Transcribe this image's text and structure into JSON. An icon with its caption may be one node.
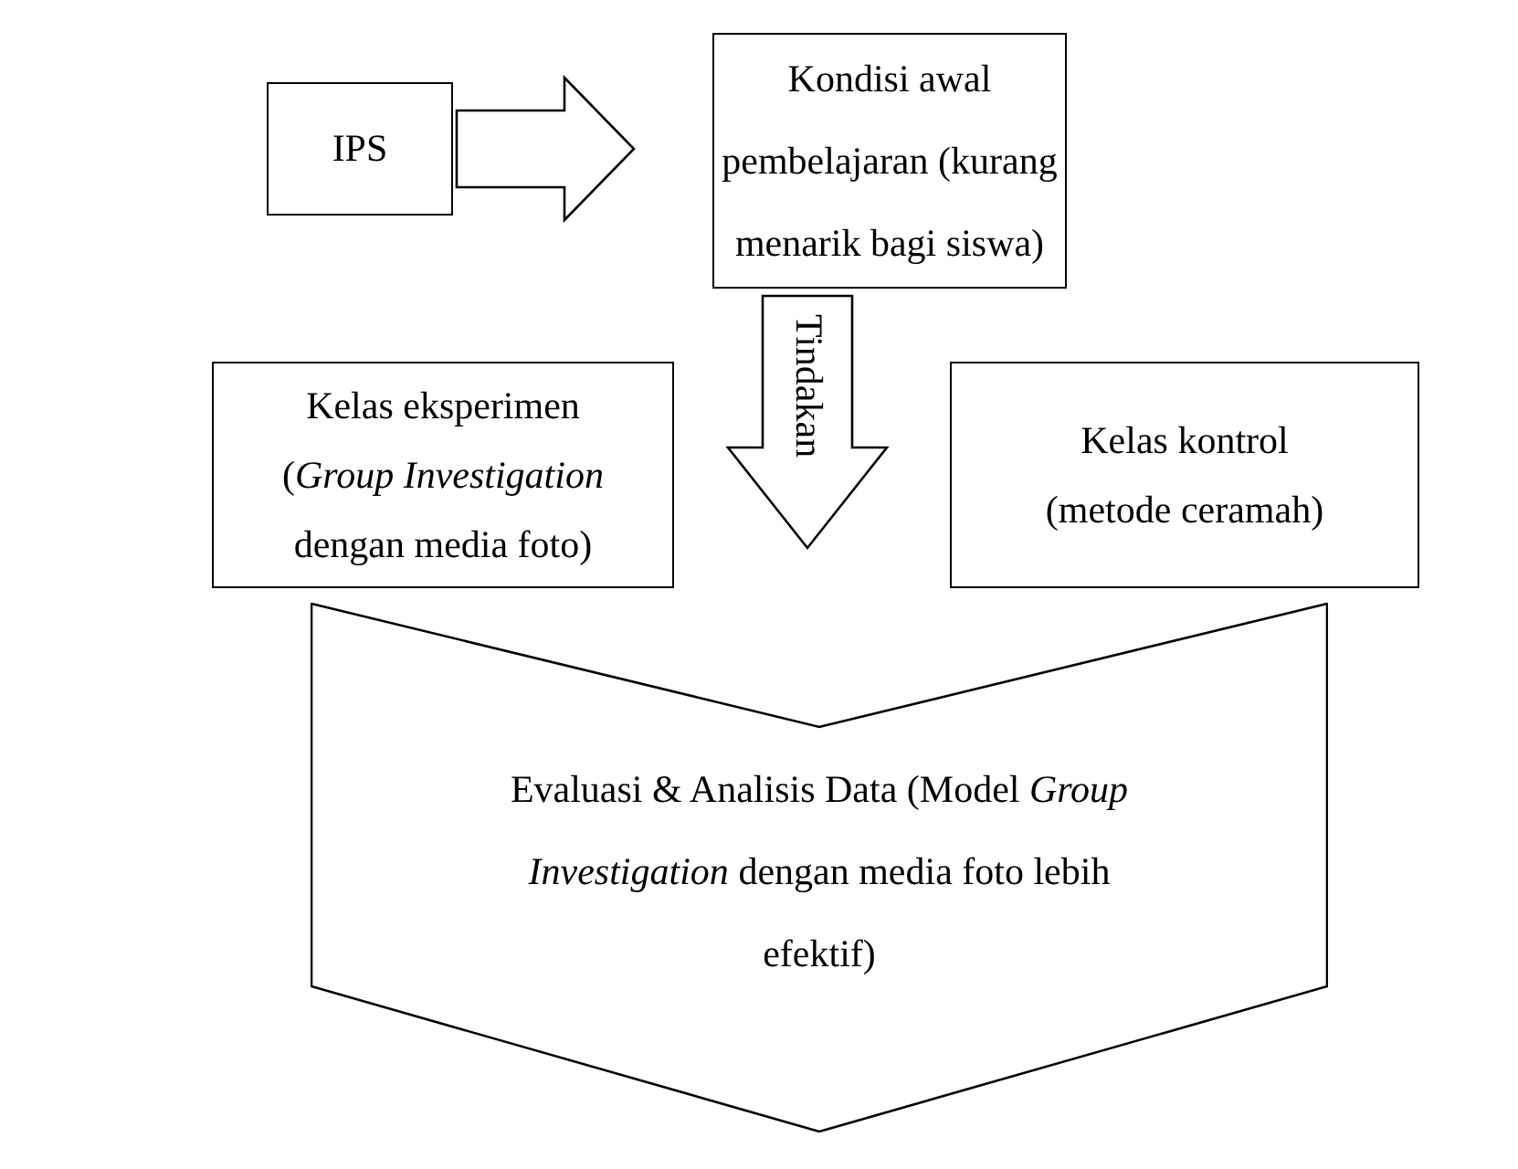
{
  "diagram": {
    "nodes": [
      {
        "text": [
          "IPS"
        ]
      },
      {
        "text": [
          "Kondisi awal pembelajaran (kurang menarik bagi siswa)"
        ]
      },
      {
        "text": [
          "Kelas eksperimen (*Group Investigation* dengan media foto)"
        ]
      },
      {
        "text": [
          "Kelas kontrol (metode ceramah)"
        ]
      },
      {
        "text": [
          "Evaluasi & Analisis Data (Model *Group Investigation* dengan media foto lebih efektif)"
        ]
      }
    ],
    "edges": [
      {
        "from": 0,
        "to": 1,
        "arrow": "to"
      },
      {
        "from": 1,
        "to": 4,
        "arrow": "to",
        "label": "Tindakan"
      }
    ]
  }
}
